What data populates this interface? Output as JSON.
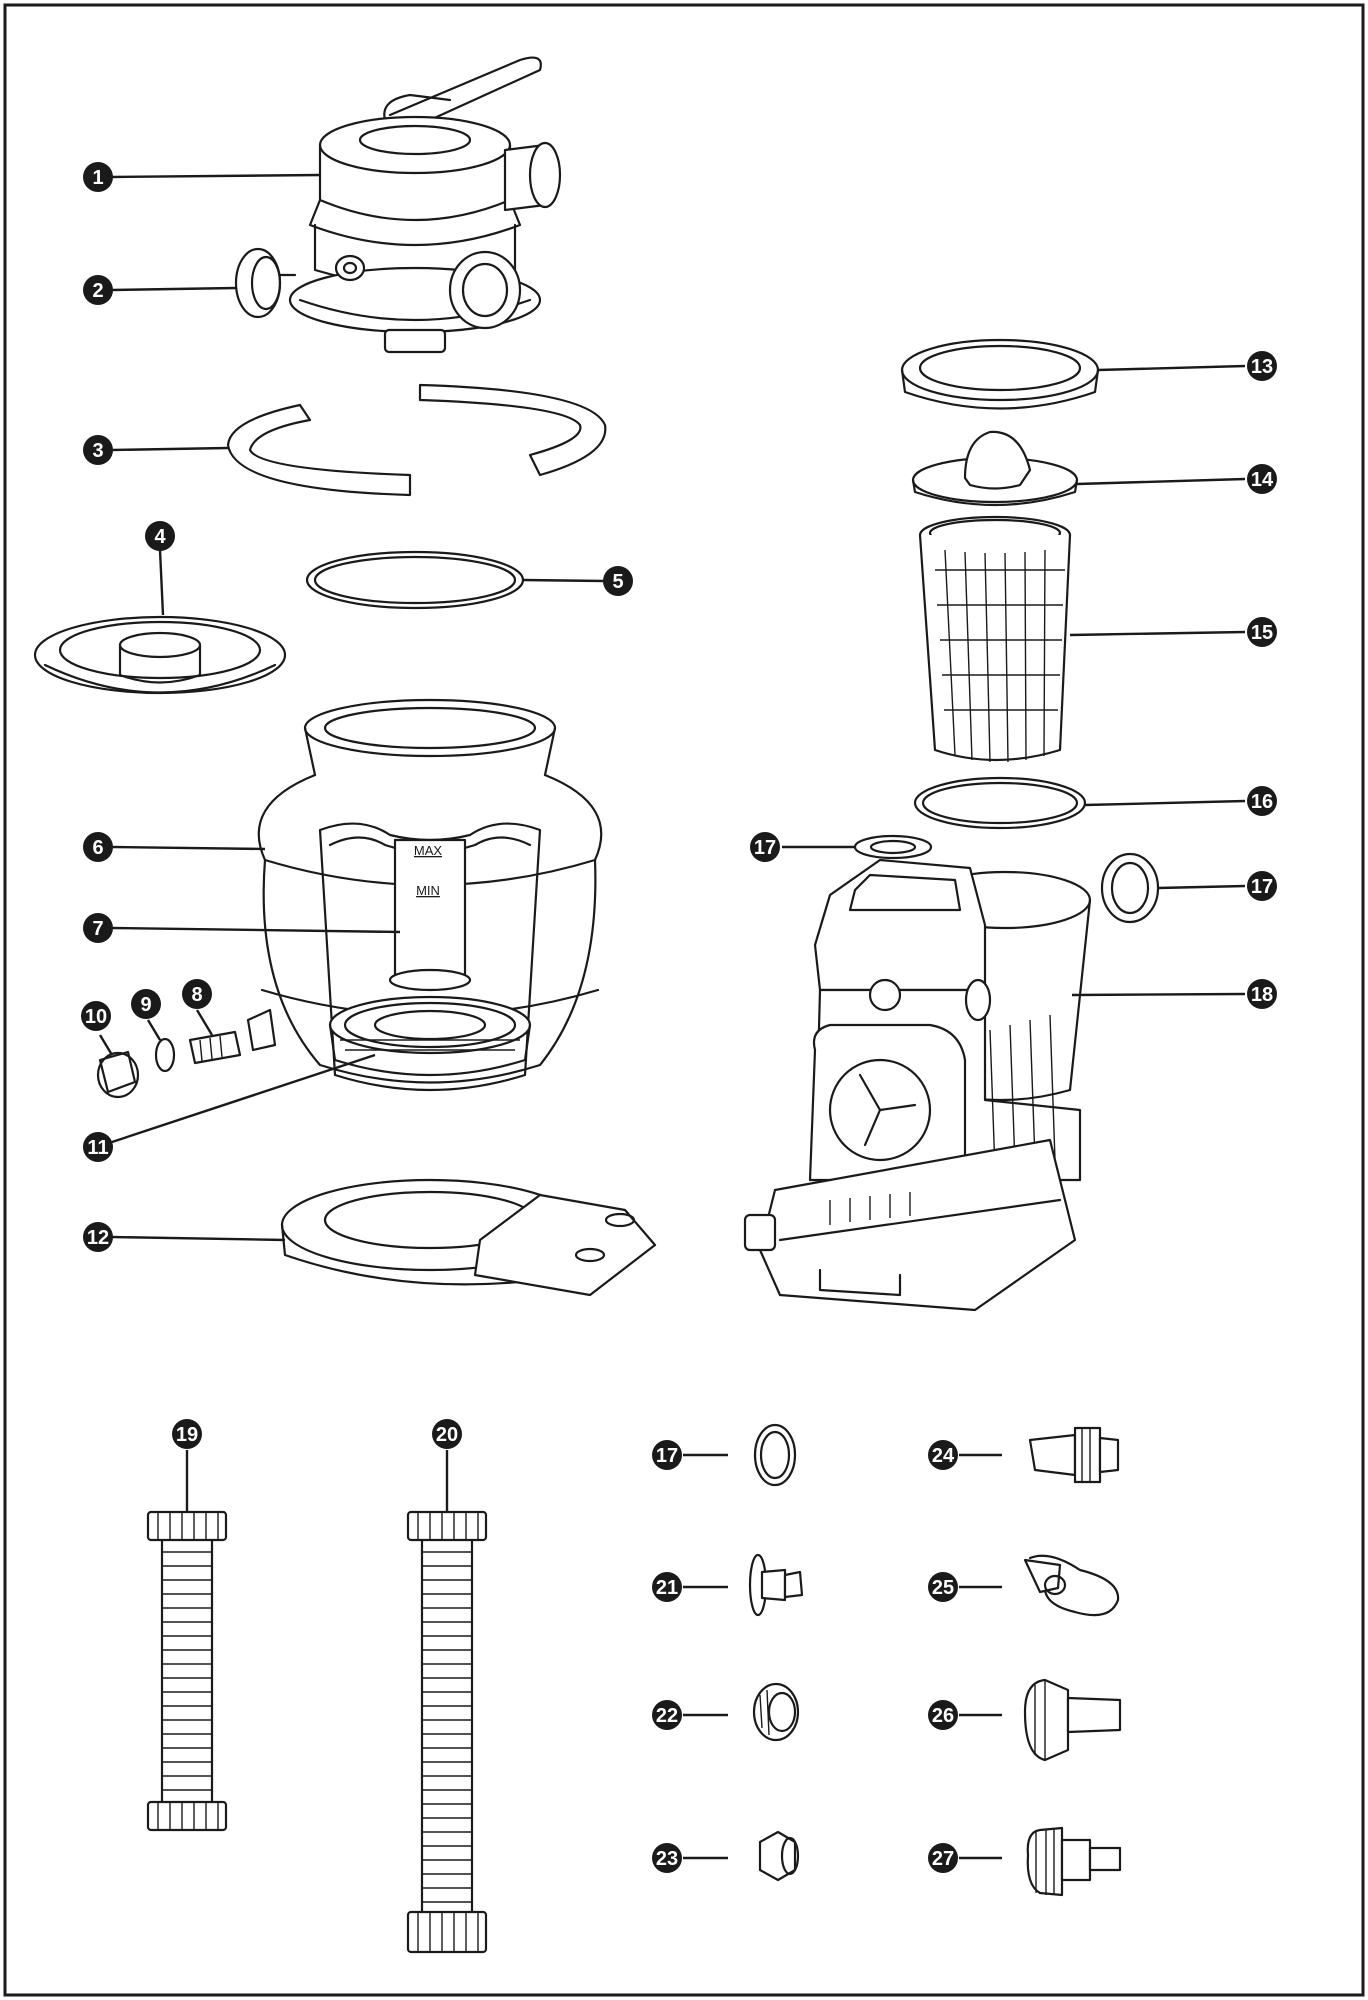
{
  "diagram": {
    "tank_labels": {
      "max": "MAX",
      "min": "MIN"
    },
    "callouts": [
      {
        "id": "c1",
        "label": "1"
      },
      {
        "id": "c2",
        "label": "2"
      },
      {
        "id": "c3",
        "label": "3"
      },
      {
        "id": "c4",
        "label": "4"
      },
      {
        "id": "c5",
        "label": "5"
      },
      {
        "id": "c6",
        "label": "6"
      },
      {
        "id": "c7",
        "label": "7"
      },
      {
        "id": "c8",
        "label": "8"
      },
      {
        "id": "c9",
        "label": "9"
      },
      {
        "id": "c10",
        "label": "10"
      },
      {
        "id": "c11",
        "label": "11"
      },
      {
        "id": "c12",
        "label": "12"
      },
      {
        "id": "c13",
        "label": "13"
      },
      {
        "id": "c14",
        "label": "14"
      },
      {
        "id": "c15",
        "label": "15"
      },
      {
        "id": "c16",
        "label": "16"
      },
      {
        "id": "c17a",
        "label": "17"
      },
      {
        "id": "c17b",
        "label": "17"
      },
      {
        "id": "c18",
        "label": "18"
      },
      {
        "id": "c19",
        "label": "19"
      },
      {
        "id": "c20",
        "label": "20"
      },
      {
        "id": "c17c",
        "label": "17"
      },
      {
        "id": "c21",
        "label": "21"
      },
      {
        "id": "c22",
        "label": "22"
      },
      {
        "id": "c23",
        "label": "23"
      },
      {
        "id": "c24",
        "label": "24"
      },
      {
        "id": "c25",
        "label": "25"
      },
      {
        "id": "c26",
        "label": "26"
      },
      {
        "id": "c27",
        "label": "27"
      }
    ]
  }
}
